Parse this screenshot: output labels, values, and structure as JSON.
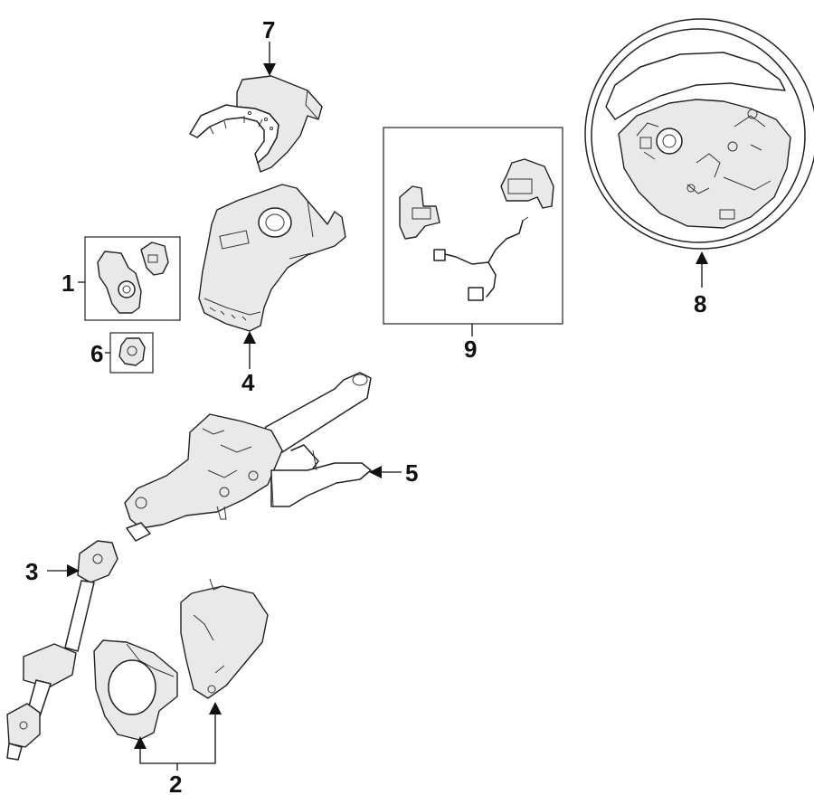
{
  "callouts": [
    {
      "id": "1",
      "label": "1"
    },
    {
      "id": "2",
      "label": "2"
    },
    {
      "id": "3",
      "label": "3"
    },
    {
      "id": "4",
      "label": "4"
    },
    {
      "id": "5",
      "label": "5"
    },
    {
      "id": "6",
      "label": "6"
    },
    {
      "id": "7",
      "label": "7"
    },
    {
      "id": "8",
      "label": "8"
    },
    {
      "id": "9",
      "label": "9"
    }
  ],
  "parts": [
    {
      "callout": "1",
      "icon": "ignition-switch-lock-cylinder-icon"
    },
    {
      "callout": "2",
      "icon": "column-boot-and-cover-icon"
    },
    {
      "callout": "3",
      "icon": "intermediate-shaft-icon"
    },
    {
      "callout": "4",
      "icon": "lower-column-cover-icon"
    },
    {
      "callout": "5",
      "icon": "steering-column-assembly-icon"
    },
    {
      "callout": "6",
      "icon": "switch-icon"
    },
    {
      "callout": "7",
      "icon": "upper-column-cover-icon"
    },
    {
      "callout": "8",
      "icon": "steering-wheel-icon"
    },
    {
      "callout": "9",
      "icon": "steering-wheel-switch-harness-icon"
    }
  ]
}
